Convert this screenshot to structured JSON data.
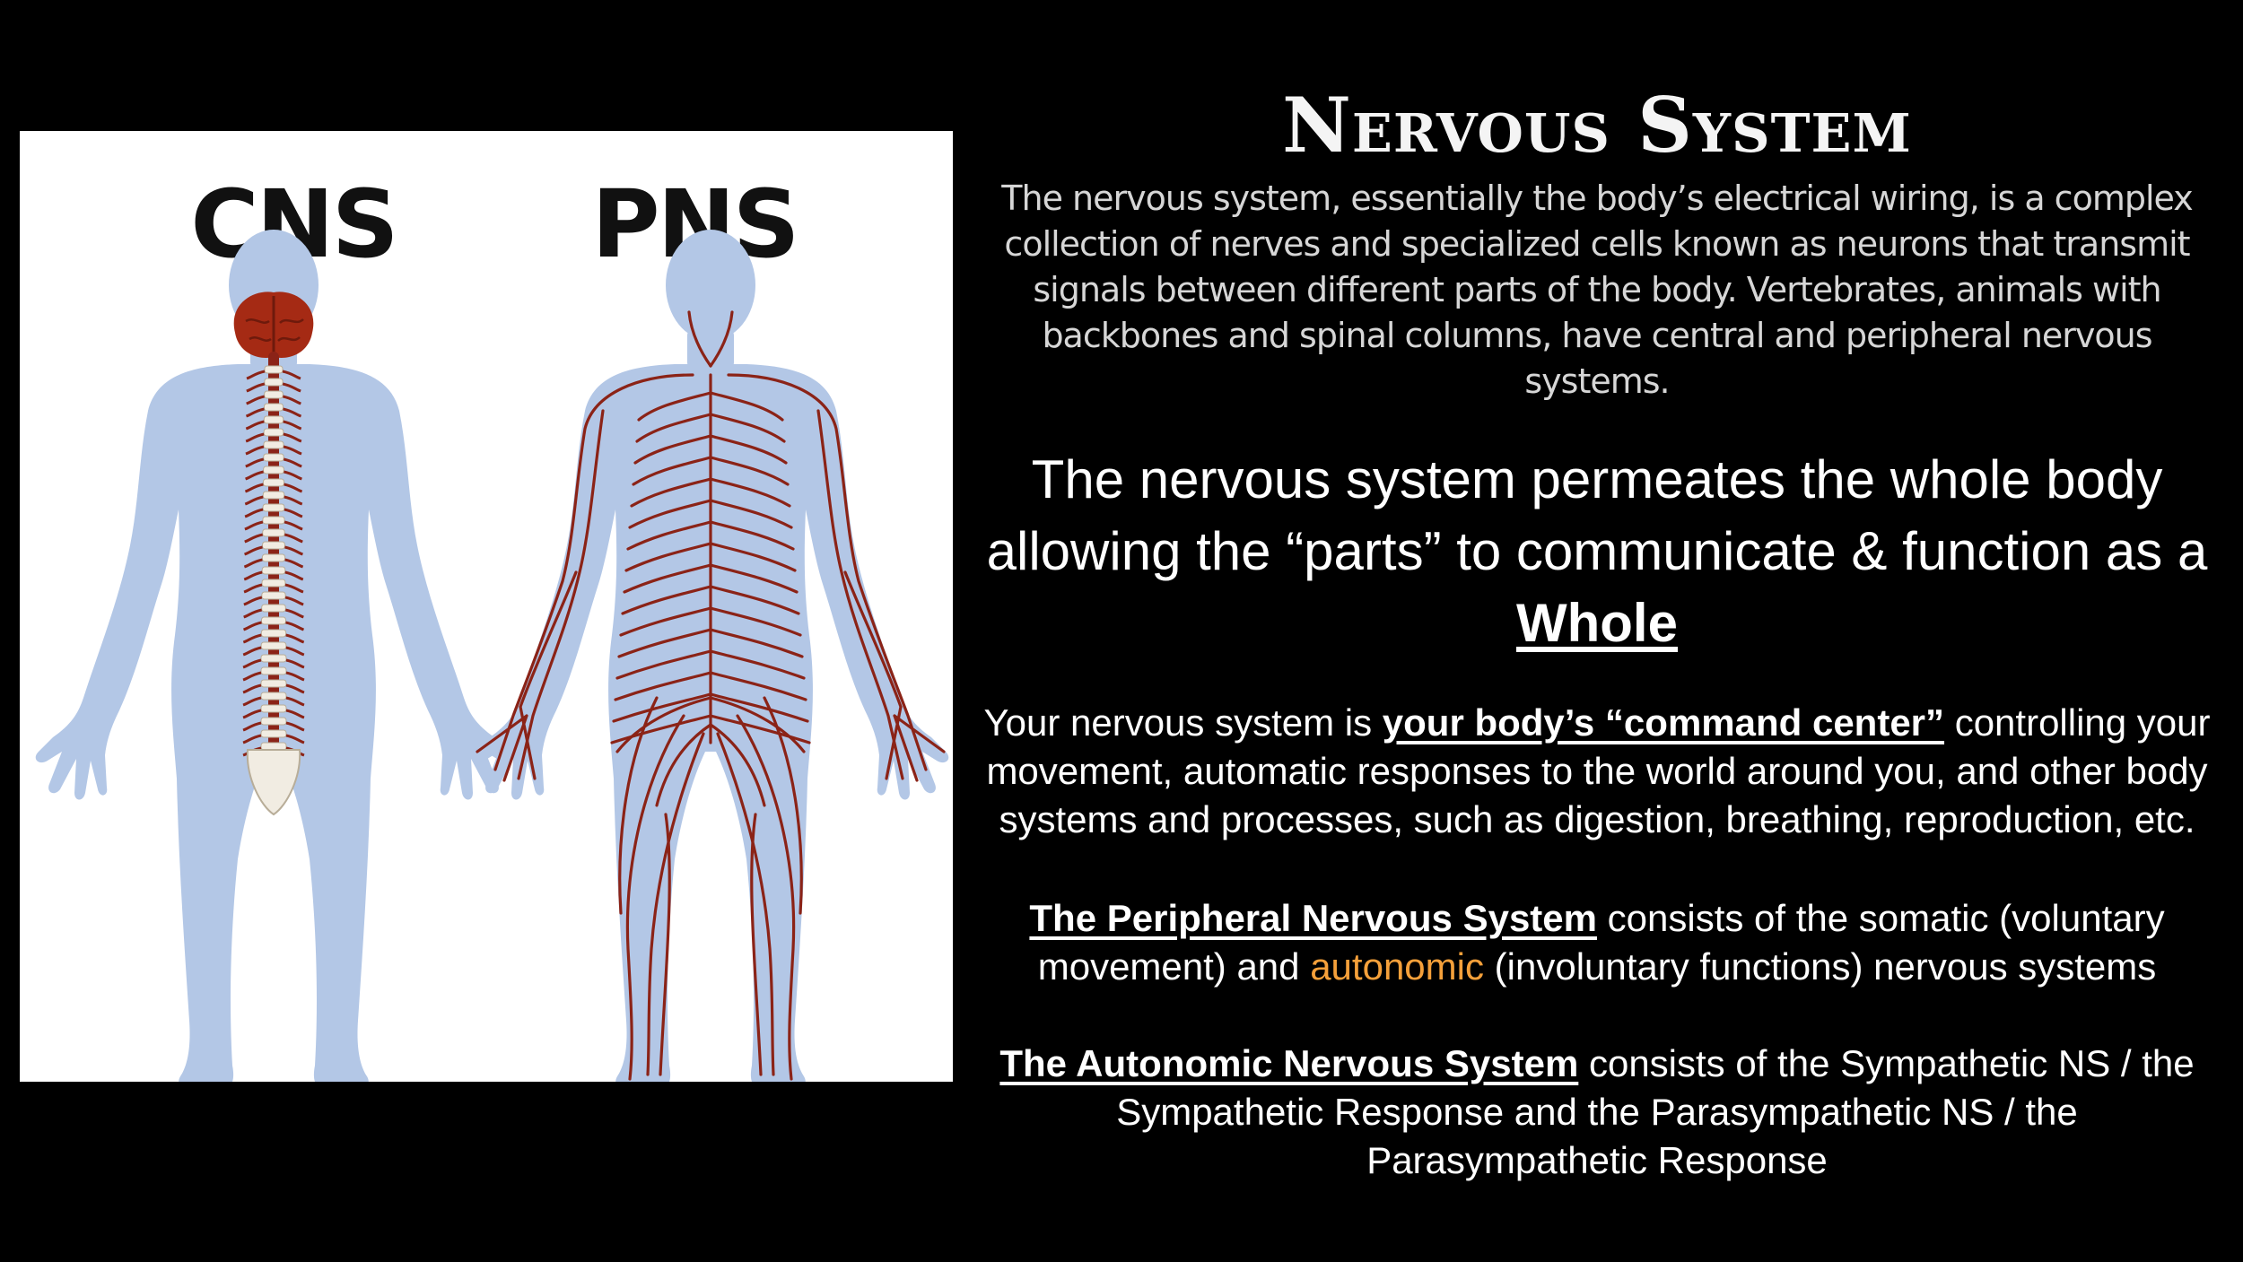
{
  "figure": {
    "cns_label": "CNS",
    "pns_label": "PNS",
    "body_color": "#b3c7e6",
    "nerve_color": "#8b2317",
    "brain_color": "#a52a14"
  },
  "header": {
    "title": "Nervous System",
    "intro": "The nervous system, essentially the body’s electrical wiring, is a complex collection of nerves and specialized cells known as neurons that transmit signals between different parts of the body. Vertebrates, animals with backbones and spinal columns, have central and peripheral nervous systems."
  },
  "lead": {
    "text_before": "The nervous system permeates the whole body allowing the “parts” to communicate & function as a ",
    "emphasis": "Whole"
  },
  "command_center": {
    "text_before": "Your nervous system is ",
    "emphasis": "your body’s “command center”",
    "text_after": " controlling your movement, automatic responses to the world around you, and other body systems and processes, such as digestion, breathing, reproduction, etc."
  },
  "peripheral": {
    "term": "The Peripheral Nervous System",
    "text_before": " consists of the somatic (voluntary movement) and ",
    "highlight": "autonomic",
    "text_after": " (involuntary functions) nervous systems",
    "highlight_color": "#f5a03a"
  },
  "autonomic": {
    "term": "The Autonomic Nervous System",
    "text_after": " consists of the Sympathetic NS / the Sympathetic Response and the Parasympathetic NS / the Parasympathetic Response"
  }
}
